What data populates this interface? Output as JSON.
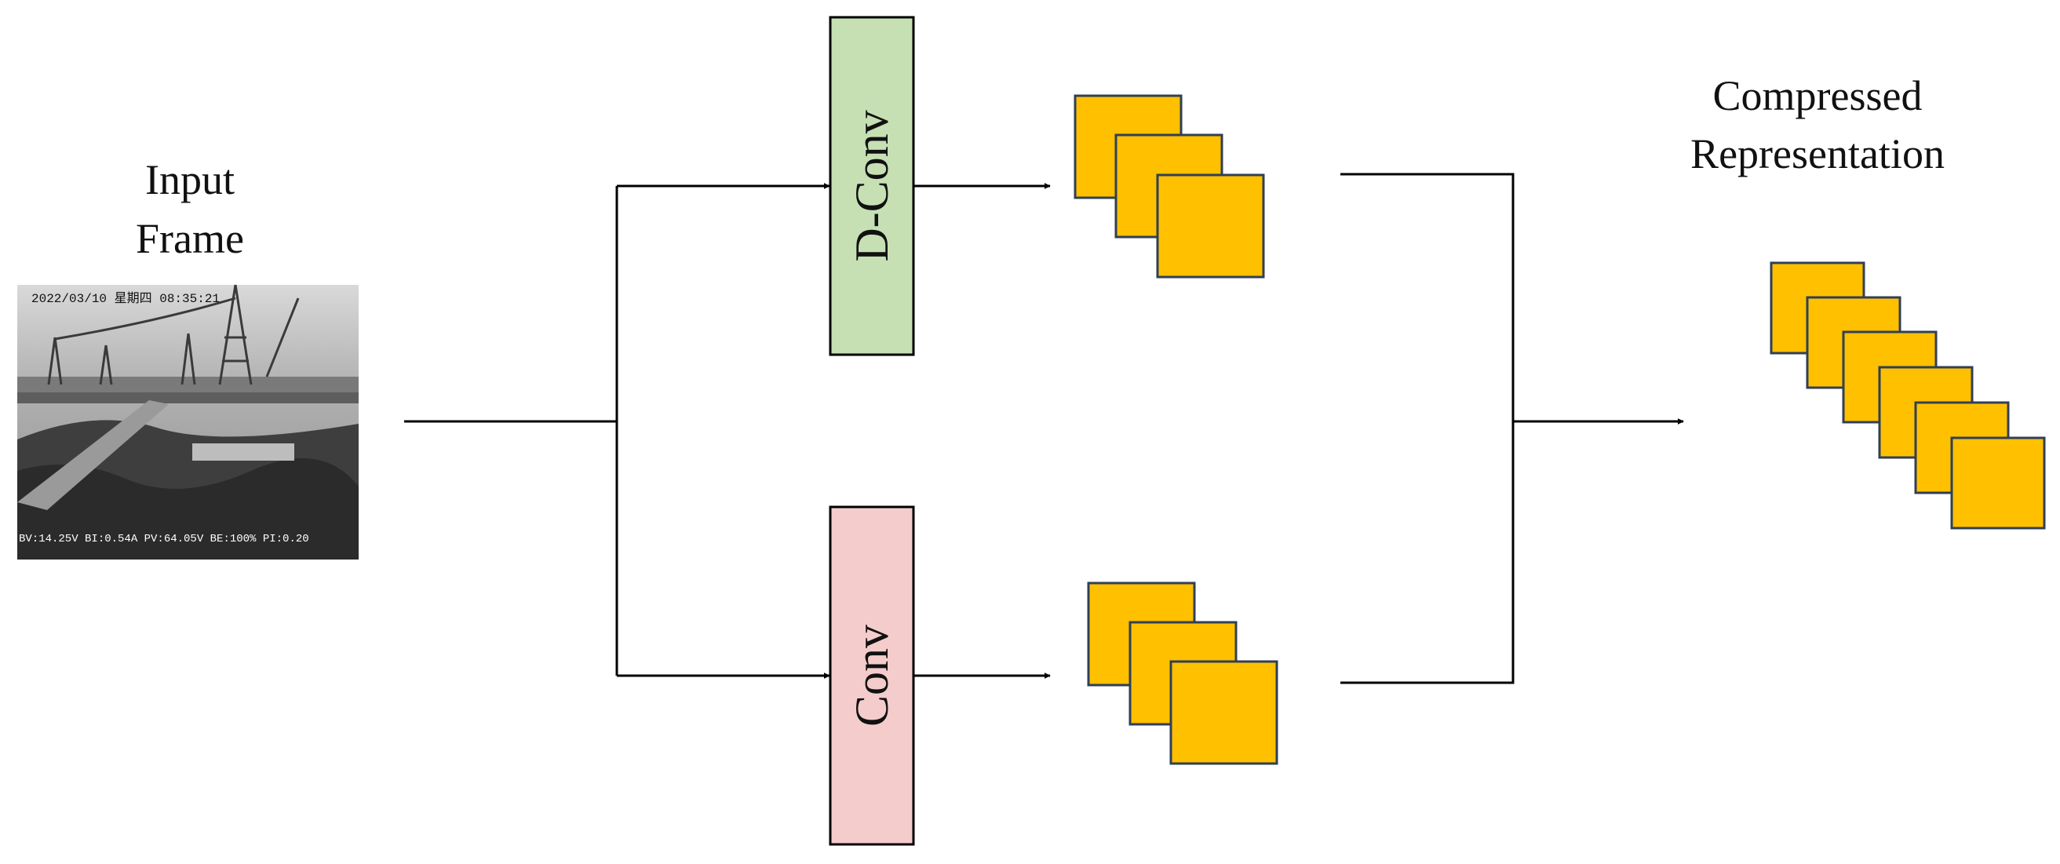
{
  "labels": {
    "input_line1": "Input",
    "input_line2": "Frame",
    "dconv": "D-Conv",
    "conv": "Conv",
    "output_line1": "Compressed",
    "output_line2": "Representation"
  },
  "input_frame": {
    "timestamp": "2022/03/10 星期四 08:35:21",
    "status": "BV:14.25V BI:0.54A PV:64.05V BE:100% PI:0.20"
  },
  "colors": {
    "dconv_fill": "#c6e0b4",
    "conv_fill": "#f4cccc",
    "feature_fill": "#ffc000",
    "feature_stroke": "#2f3f56",
    "line": "#000000"
  }
}
